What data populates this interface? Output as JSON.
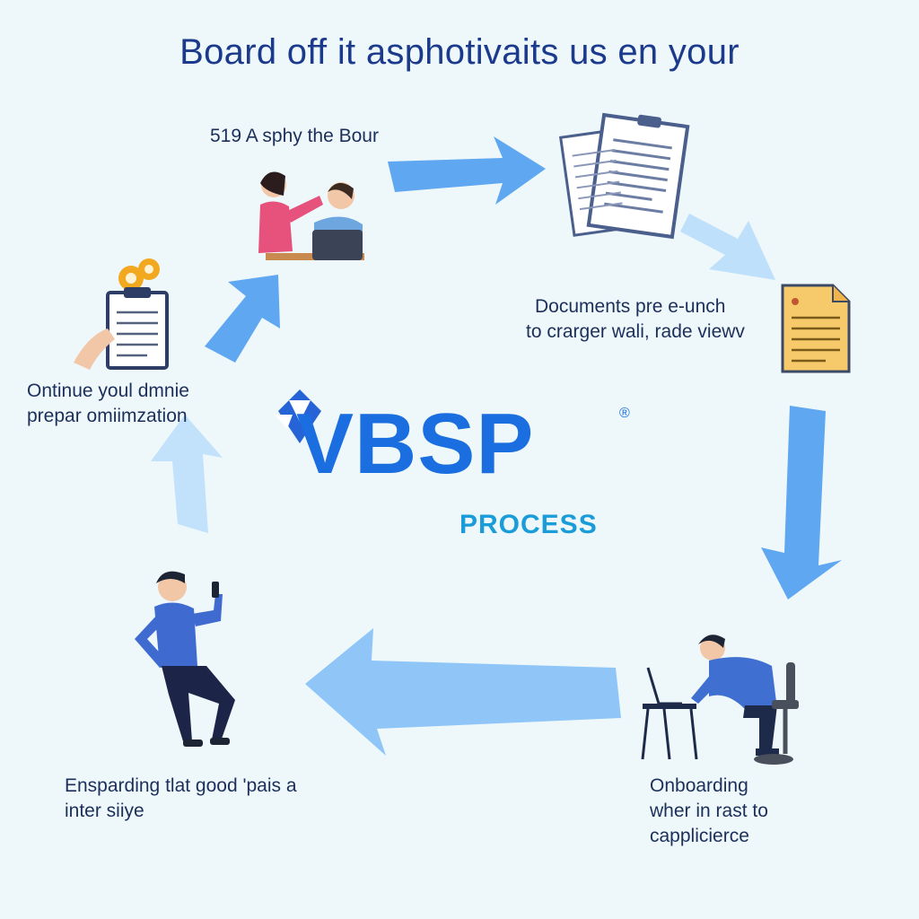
{
  "title": "Board off it asphotivaits us en your",
  "center": {
    "brand": "VBSP",
    "registered_mark": "®",
    "subtitle": "PROCESS"
  },
  "steps": [
    {
      "lines": [
        "519 A sphy the Bour"
      ]
    },
    {
      "lines": [
        "Documents pre e-unch",
        "to crarger wali, rade viewv"
      ]
    },
    {
      "lines": [
        "Onboarding",
        "wher in rast to",
        "capplicierce"
      ]
    },
    {
      "lines": [
        "Enspar​ding tlat good 'pais a",
        "inter siiye"
      ]
    },
    {
      "lines": [
        "Ontinue youl dmnie",
        "prepar omiimzation"
      ]
    }
  ],
  "colors": {
    "background": "#eef8fb",
    "title": "#1b3a8c",
    "brand": "#1a6ee0",
    "arrow": "#5aa6f0",
    "arrow_light": "#b7dcfb"
  },
  "icons": [
    "interview-icon",
    "documents-icon",
    "file-icon",
    "person-laptop-icon",
    "person-phone-icon",
    "clipboard-gear-icon",
    "vbsp-logo-icon"
  ]
}
